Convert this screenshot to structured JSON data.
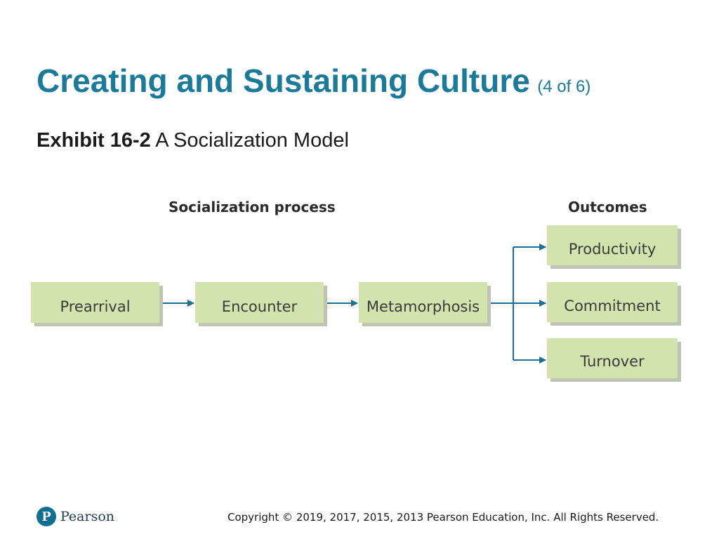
{
  "slide": {
    "title": "Creating and Sustaining Culture",
    "title_suffix": "(4 of 6)",
    "exhibit_number": "Exhibit 16-2",
    "exhibit_title": "A Socialization Model"
  },
  "diagram": {
    "process_heading": "Socialization process",
    "outcomes_heading": "Outcomes",
    "stages": [
      "Prearrival",
      "Encounter",
      "Metamorphosis"
    ],
    "outcomes": [
      "Productivity",
      "Commitment",
      "Turnover"
    ],
    "colors": {
      "box_fill": "#d3e3ae",
      "box_shadow": "#bfc4b4",
      "arrow": "#1d6f96",
      "title": "#1a7a9a"
    }
  },
  "footer": {
    "logo_mark": "P",
    "logo_text": "Pearson",
    "copyright": "Copyright © 2019, 2017, 2015, 2013 Pearson Education, Inc. All Rights Reserved."
  }
}
